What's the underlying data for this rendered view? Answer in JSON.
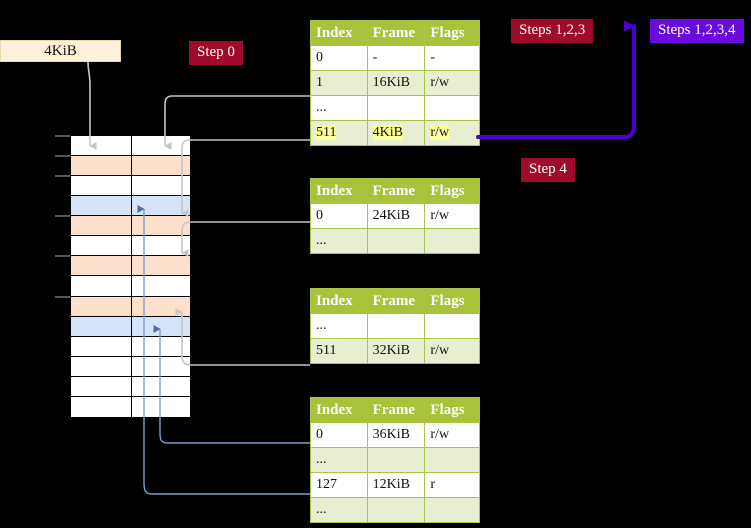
{
  "labels": {
    "size_box": "4KiB",
    "step0": "Step 0",
    "step4": "Step 4",
    "steps123": "Steps 1,2,3",
    "steps1234": "Steps 1,2,3,4"
  },
  "colors": {
    "background": "#000000",
    "badge_red": "#9e0b2b",
    "badge_purple": "#6a0bdd",
    "table_header": "#a8c23a",
    "table_alt_row": "#e8eed2",
    "highlight": "#ffff99",
    "cream": "#fdf2d7",
    "frame_peach": "#fde0cc",
    "frame_blue": "#d6e4f7",
    "connector_gray": "#cccccc",
    "connector_blue": "#7f9fc4"
  },
  "memory_grid": {
    "rows": [
      {
        "fill": "#ffffff",
        "tick": true
      },
      {
        "fill": "#fde0cc",
        "tick": true
      },
      {
        "fill": "#ffffff",
        "tick": true
      },
      {
        "fill": "#d6e4f7",
        "tick": false
      },
      {
        "fill": "#fde0cc",
        "tick": true
      },
      {
        "fill": "#ffffff",
        "tick": false
      },
      {
        "fill": "#fde0cc",
        "tick": true
      },
      {
        "fill": "#ffffff",
        "tick": false
      },
      {
        "fill": "#fde0cc",
        "tick": true
      },
      {
        "fill": "#d6e4f7",
        "tick": false
      },
      {
        "fill": "#ffffff",
        "tick": false
      },
      {
        "fill": "#ffffff",
        "tick": false
      },
      {
        "fill": "#ffffff",
        "tick": false
      },
      {
        "fill": "#ffffff",
        "tick": false
      }
    ]
  },
  "tables": [
    {
      "name": "level-4-table",
      "headers": [
        "Index",
        "Frame",
        "Flags"
      ],
      "rows": [
        {
          "cells": [
            "0",
            "-",
            "-"
          ],
          "style": "plain",
          "highlight": false
        },
        {
          "cells": [
            "1",
            "16KiB",
            "r/w"
          ],
          "style": "alt",
          "highlight": false
        },
        {
          "cells": [
            "...",
            "",
            ""
          ],
          "style": "plain",
          "highlight": false
        },
        {
          "cells": [
            "511",
            "4KiB",
            "r/w"
          ],
          "style": "alt",
          "highlight": true
        }
      ]
    },
    {
      "name": "level-3-table",
      "headers": [
        "Index",
        "Frame",
        "Flags"
      ],
      "rows": [
        {
          "cells": [
            "0",
            "24KiB",
            "r/w"
          ],
          "style": "plain",
          "highlight": false
        },
        {
          "cells": [
            "...",
            "",
            ""
          ],
          "style": "alt",
          "highlight": false
        }
      ]
    },
    {
      "name": "level-2-table",
      "headers": [
        "Index",
        "Frame",
        "Flags"
      ],
      "rows": [
        {
          "cells": [
            "...",
            "",
            ""
          ],
          "style": "plain",
          "highlight": false
        },
        {
          "cells": [
            "511",
            "32KiB",
            "r/w"
          ],
          "style": "alt",
          "highlight": false
        }
      ]
    },
    {
      "name": "level-1-table",
      "headers": [
        "Index",
        "Frame",
        "Flags"
      ],
      "rows": [
        {
          "cells": [
            "0",
            "36KiB",
            "r/w"
          ],
          "style": "plain",
          "highlight": false
        },
        {
          "cells": [
            "...",
            "",
            ""
          ],
          "style": "alt",
          "highlight": false
        },
        {
          "cells": [
            "127",
            "12KiB",
            "r"
          ],
          "style": "plain",
          "highlight": false
        },
        {
          "cells": [
            "...",
            "",
            ""
          ],
          "style": "alt",
          "highlight": false
        }
      ]
    }
  ]
}
